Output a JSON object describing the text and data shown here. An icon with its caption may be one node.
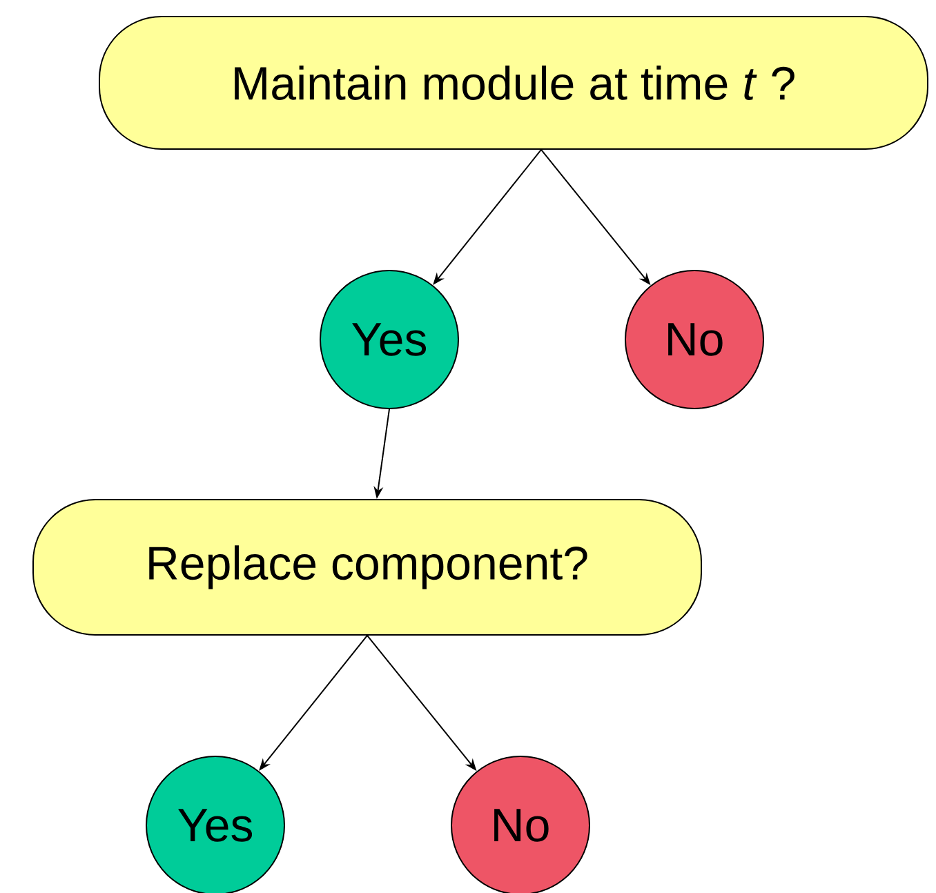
{
  "diagram": {
    "nodes": [
      {
        "text": [
          "Maintain module at time *t* ?"
        ]
      },
      {
        "text": [
          "Yes"
        ]
      },
      {
        "text": [
          "No"
        ]
      },
      {
        "text": [
          "Replace component?"
        ]
      },
      {
        "text": [
          "Yes"
        ]
      },
      {
        "text": [
          "No"
        ]
      }
    ],
    "edges": [
      {
        "from": 0,
        "to": 1,
        "arrow": "to"
      },
      {
        "from": 0,
        "to": 2,
        "arrow": "to"
      },
      {
        "from": 1,
        "to": 3,
        "arrow": "to"
      },
      {
        "from": 3,
        "to": 4,
        "arrow": "to"
      },
      {
        "from": 3,
        "to": 5,
        "arrow": "to"
      }
    ]
  }
}
